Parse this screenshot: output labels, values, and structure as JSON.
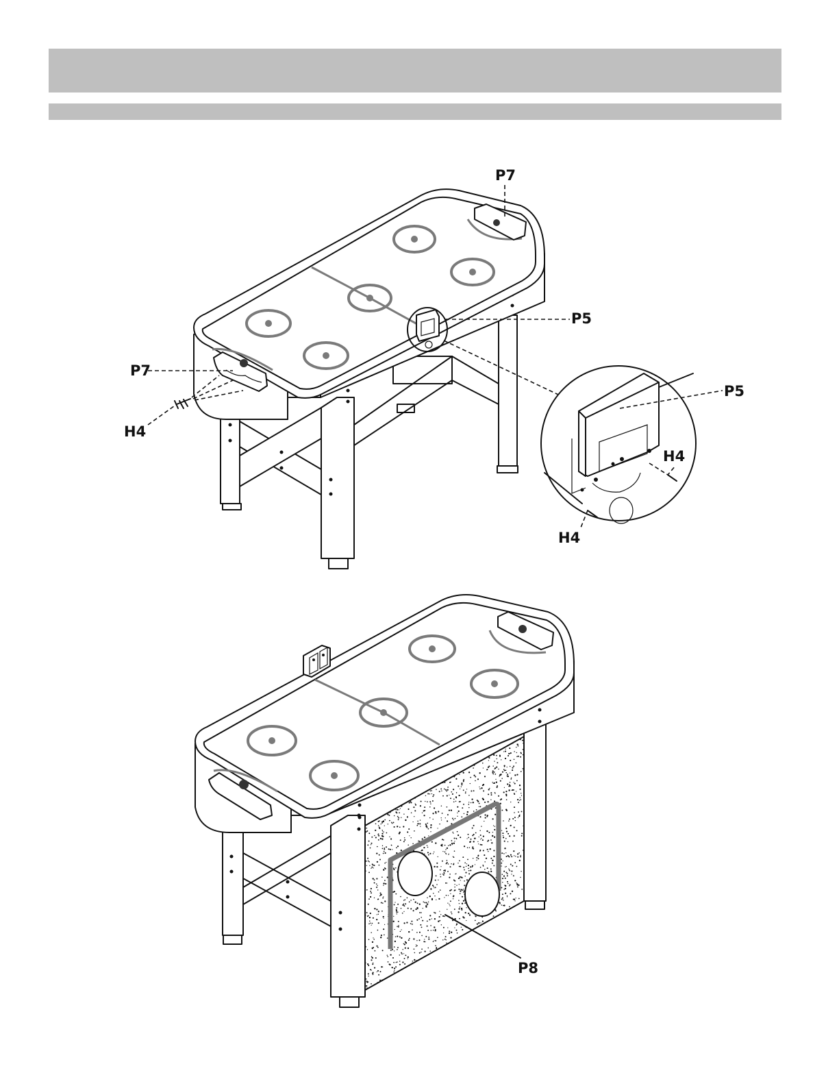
{
  "header": {
    "title": "",
    "subtitle": ""
  },
  "labels": {
    "p7_top": "P7",
    "p5_main": "P5",
    "p7_left": "P7",
    "h4_left": "H4",
    "p5_detail": "P5",
    "h4_detail_right": "H4",
    "h4_detail_bottom": "H4",
    "p8": "P8"
  },
  "colors": {
    "header_bar": "#bfbfbf",
    "marking_gray": "#7a7a7a",
    "line": "#111111"
  }
}
